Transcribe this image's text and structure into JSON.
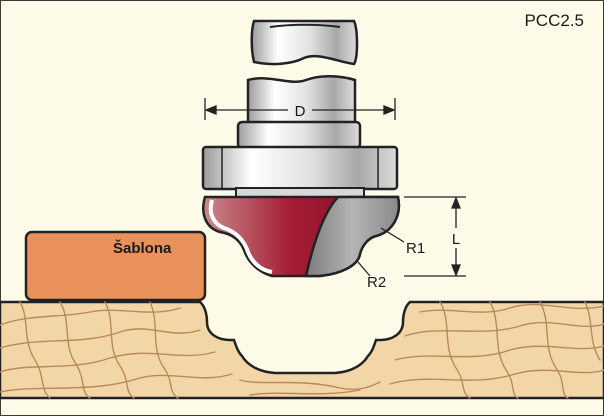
{
  "product_code": "PCC2.5",
  "labels": {
    "diameter": "D",
    "length": "L",
    "radius_1": "R1",
    "radius_2": "R2",
    "template": "Šablona"
  },
  "colors": {
    "background": "#fefbe9",
    "template_fill": "#e8915a",
    "wood": "#f3d6a8",
    "grain": "#b98a58",
    "cutter_red": "#a41c34",
    "cutter_gray": "#9a9a9a",
    "steel": "#f4f4f4",
    "outline": "#222222"
  }
}
